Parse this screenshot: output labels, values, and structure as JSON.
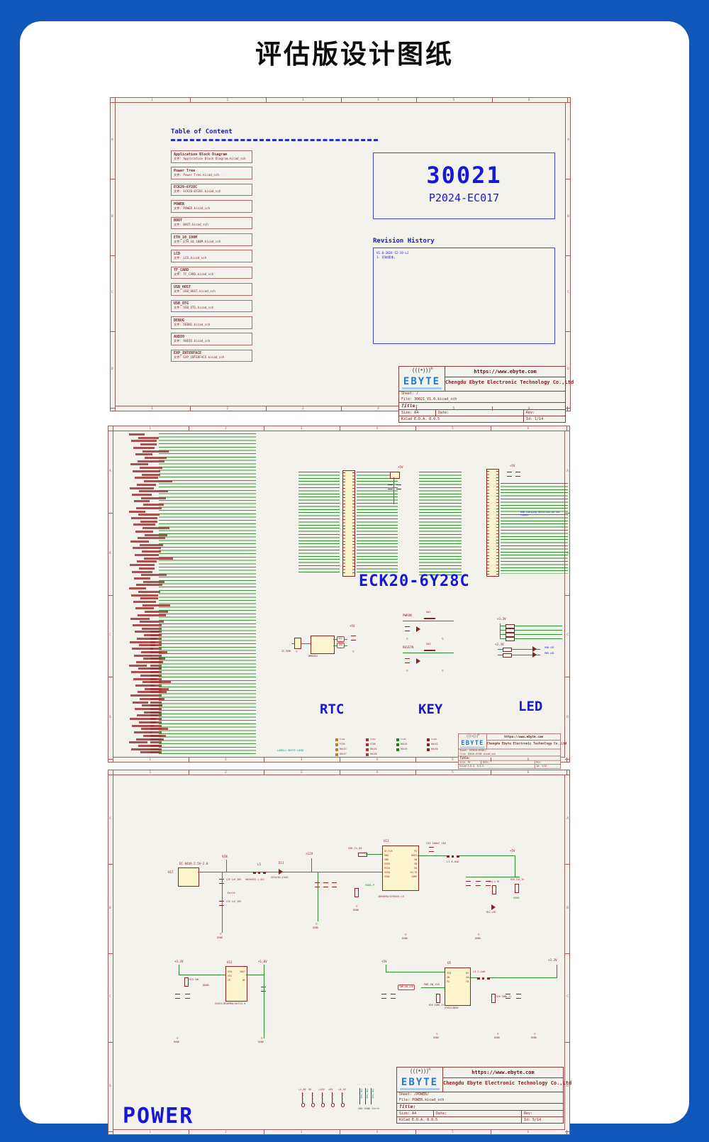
{
  "page": {
    "title": "评估版设计图纸"
  },
  "ruler": {
    "cols": [
      "1",
      "2",
      "3",
      "4",
      "5",
      "6"
    ],
    "rows": [
      "A",
      "B",
      "C",
      "D"
    ]
  },
  "icons": {
    "gnd": "▽",
    "earth": "⏚",
    "antenna": "(((•)))",
    "reg": "®"
  },
  "sheet1": {
    "toc_title": "Table of Content",
    "toc_items": [
      {
        "title": "Application Block Diagram",
        "file": "文件: Application Block Diagram.kicad_sch"
      },
      {
        "title": "Power Tree",
        "file": "文件: Power Tree.kicad_sch"
      },
      {
        "title": "ECK20-6Y28C",
        "file": "文件: ECK20-6Y28C.kicad_sch"
      },
      {
        "title": "POWER",
        "file": "文件: POWER.kicad_sch"
      },
      {
        "title": "BOOT",
        "file": "文件: BOOT.kicad_sch"
      },
      {
        "title": "ETH_10_100M",
        "file": "文件: ETH_10_100M.kicad_sch"
      },
      {
        "title": "LCD",
        "file": "文件: LCD.kicad_sch"
      },
      {
        "title": "TF_CARD",
        "file": "文件: TF_CARD.kicad_sch"
      },
      {
        "title": "USB_HOST",
        "file": "文件: USB_HOST.kicad_sch"
      },
      {
        "title": "USB_OTG",
        "file": "文件: USB_OTG.kicad_sch"
      },
      {
        "title": "DEBUG",
        "file": "文件: DEBUG.kicad_sch"
      },
      {
        "title": "AUDIO",
        "file": "文件: AUDIO.kicad_sch"
      },
      {
        "title": "EXP_INTERFACE",
        "file": "文件: EXP_INTERFACE.kicad_sch"
      }
    ],
    "part_number": "30021",
    "part_code": "P2024-EC017",
    "revision_title": "Revision History",
    "revision_lines": [
      "V1.0-2024-12-19-LJ",
      "1. 初始版本,"
    ]
  },
  "sheet2": {
    "module_label": "ECK20-6Y28C",
    "caption_rtc": "RTC",
    "caption_key": "KEY",
    "caption_led": "LED",
    "note_usb": "USB charging detection,do not remove",
    "lbl": {
      "v5": "+5V",
      "v33": "+3.3V",
      "bm": "BM8563",
      "xtal": "32.768K",
      "scl": "SCL",
      "sda": "SDA",
      "pwron": "PWRON",
      "resetn": "RESETN",
      "sw1": "SW1",
      "sw2": "SW2",
      "run_led": "RUN LED",
      "pwr_led": "PWR LED",
      "label_logo": "LABEL1 EBYTE-LOGO",
      "dgnd": "DGND"
    },
    "bottom_items": {
      "fids": [
        "FID1",
        "FID2",
        "FID3",
        "FID4",
        "FID5",
        "FID6"
      ],
      "holes": [
        "HOLE1",
        "HOLE2",
        "HOLE3",
        "HOLE4",
        "HOLE5",
        "HOLE6",
        "HOLE7",
        "HOLE8"
      ]
    }
  },
  "sheet3": {
    "caption": "POWER",
    "lbl": {
      "dc_part": "DC-044A-2.5A-2.0",
      "u17": "U17",
      "vin": "VIN",
      "c25": "C25 1nF_2KV",
      "c26": "C26 1nF_2KV",
      "earth": "Earth",
      "l5": "L5",
      "l5p": "SWCH4532-1-421",
      "d11": "D11",
      "d11p": "SS34/DO-214AC",
      "v12": "+12V",
      "r_rt": "33K_1%_04",
      "u13": "U13",
      "u13p": "JW5069A/QFN3X3-L5",
      "vsns_p": "VSNS_P",
      "c32": "C32 100nF_16V",
      "l1": "L1 6.8uH",
      "v5": "+5V",
      "r54": "R54 4.7K",
      "d12": "D12 LED",
      "r55": "R55 11K_1%",
      "vsns": "VSNS",
      "dgnd": "DGND",
      "v33": "+3.3V",
      "r33": "R33 10K",
      "u12": "U12",
      "u12p": "VX6211B16MR6/SOT23-5",
      "v18": "+1.8V",
      "u5": "U5",
      "u5p": "SY8113B2H",
      "pwron": "PWR_ON_1V8",
      "r26": "R26 100K_1%",
      "l3": "L3 2.2uH",
      "r20": "R20 100K_1%"
    },
    "pins": {
      "u13l": "RT/CLK\nGND\nGND\nPVIN\nPVIN\nSVIN\nVSNS",
      "u13r": "PG\nBOOT\nSW\nSW\nEN\nSS/TR\nCOMP",
      "u12l": "VIN\nVSS\nCE",
      "u12r": "VOUT\n\nNC",
      "u5l": "VIN\nEN\nPG",
      "u5r": "BS\nSW\nFB"
    },
    "power_flags": {
      "labels": [
        "+1.8V",
        "5V",
        "+12V",
        "+5V",
        "+3.3V"
      ],
      "flag_text": "PWR_FLAG",
      "gnd_caption": "GND DGND Earth"
    }
  },
  "titleblocks": {
    "antenna_glyph": "(((•)))",
    "reg_mark": "®",
    "brand": "EBYTE",
    "url": "https://www.ebyte.com",
    "company": "Chengdu Ebyte Electronic Technology Co.,Ltd",
    "labels": {
      "sheet": "Sheet:",
      "file": "File:",
      "title": "Title:",
      "size": "Size: A4",
      "date": "Date:",
      "rev": "Rev:",
      "kicad": "KiCad E.D.A. 8.0.5"
    },
    "tb1": {
      "sheet_path": "/",
      "file": "30021_V1.0.kicad_sch",
      "id": "Id: 1/14"
    },
    "tb2": {
      "sheet_path": "/ECK20-6Y28C/",
      "file": "ECK20-6Y28C.kicad_sch",
      "id": "Id: 3/14"
    },
    "tb3": {
      "sheet_path": "/POWER/",
      "file": "POWER.kicad_sch",
      "id": "Id: 5/14"
    }
  }
}
